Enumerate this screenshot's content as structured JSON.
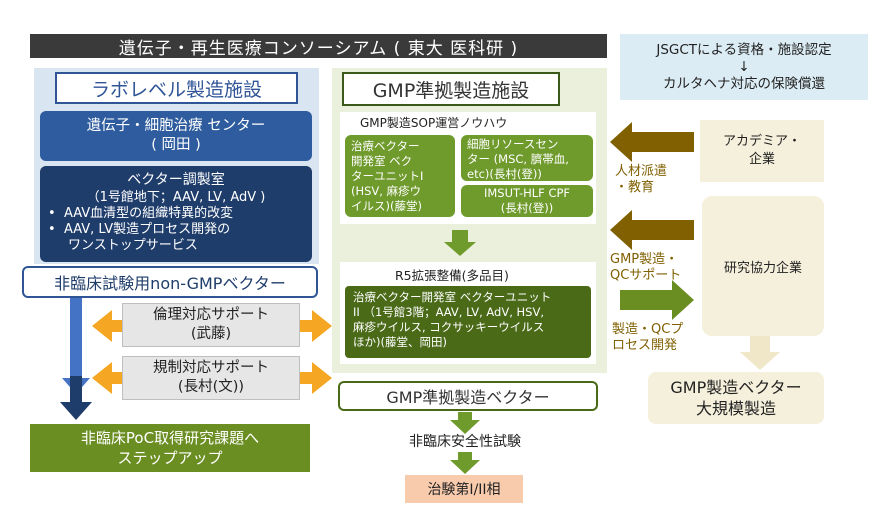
{
  "title": "遺伝子・再生医療コンソーシアム ( 東大 医科研 )",
  "jsgct": {
    "line1": "JSGCTによる資格・施設認定",
    "arrow": "↓",
    "line2": "カルタヘナ対応の保険償還"
  },
  "lab": {
    "title": "ラボレベル製造施設",
    "center": {
      "line1": "遺伝子・細胞治療 センター",
      "line2": "( 岡田 )"
    },
    "vector_lab": {
      "line1": "ベクター調製室",
      "line2": "（1号館地下；AAV, LV, AdV )",
      "bullet1": "AAV血清型の組織特異的改変",
      "bullet2a": "AAV, LV製造プロセス開発の",
      "bullet2b": "ワンストップサービス"
    },
    "non_gmp": "非臨床試験用non-GMPベクター"
  },
  "support": {
    "ethics": {
      "line1": "倫理対応サポート",
      "line2": "(武藤)"
    },
    "regulatory": {
      "line1": "規制対応サポート",
      "line2": "(長村(文))"
    }
  },
  "poc": {
    "line1": "非臨床PoC取得研究課題へ",
    "line2": "ステップアップ"
  },
  "gmp": {
    "title": "GMP準拠製造施設",
    "sop": "GMP製造SOP運営ノウハウ",
    "unit1": {
      "l1": "治療ベクター",
      "l2": "開発室 ベク",
      "l3": "ターユニットI",
      "l4": "(HSV, 麻疹ウ",
      "l5": "イルス)(藤堂)"
    },
    "cell": {
      "l1": "細胞リソースセン",
      "l2": "ター (MSC, 臍帯血,",
      "l3": "etc)(長村(登))"
    },
    "imsut": {
      "l1": "IMSUT-HLF CPF",
      "l2": "(長村(登))"
    },
    "r5": "R5拡張整備(多品目)",
    "unit2": {
      "l1": "治療ベクター開発室 ベクターユニット",
      "l2": "II （1号館3階；AAV, LV, AdV, HSV,",
      "l3": "麻疹ウイルス, コクサッキーウイルス",
      "l4": "ほか)(藤堂、岡田)"
    },
    "vector": "GMP準拠製造ベクター",
    "nonclinical": "非臨床安全性試験",
    "clinical": "治験第I/II相"
  },
  "right": {
    "academia": {
      "l1": "アカデミア・",
      "l2": "企業"
    },
    "company": "研究協力企業",
    "arrow1": {
      "l1": "人材派遣",
      "l2": "・教育"
    },
    "arrow2": {
      "l1": "GMP製造・",
      "l2": "QCサポート"
    },
    "arrow3": {
      "l1": "製造・QCプ",
      "l2": "ロセス開発"
    },
    "large": {
      "l1": "GMP製造ベクター",
      "l2": "大規模製造"
    }
  },
  "colors": {
    "lab_blue": "#2e5c9e",
    "navy": "#1f3d6b",
    "gmp_green": "#6f9a2c",
    "dark_green": "#4a6a18",
    "olive": "#806000",
    "orange": "#f5a623",
    "salmon": "#f8cbad"
  }
}
